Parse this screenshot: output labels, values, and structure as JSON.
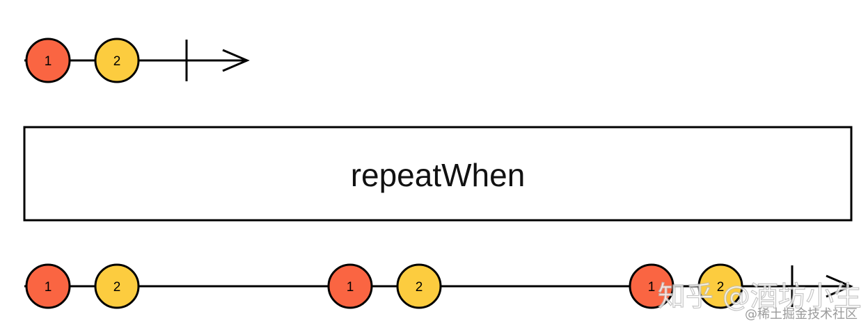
{
  "diagram": {
    "operator": "repeatWhen",
    "input": {
      "marbles": [
        {
          "label": "1",
          "color": "#fa6542"
        },
        {
          "label": "2",
          "color": "#fccc3f"
        }
      ],
      "completed": true
    },
    "output": {
      "marbles": [
        {
          "label": "1",
          "color": "#fa6542"
        },
        {
          "label": "2",
          "color": "#fccc3f"
        },
        {
          "label": "1",
          "color": "#fa6542"
        },
        {
          "label": "2",
          "color": "#fccc3f"
        },
        {
          "label": "1",
          "color": "#fa6542"
        },
        {
          "label": "2",
          "color": "#fccc3f"
        }
      ],
      "completed": true
    }
  },
  "watermark": {
    "main": "知乎 @酒坊小生",
    "sub": "@稀土掘金技术社区"
  }
}
